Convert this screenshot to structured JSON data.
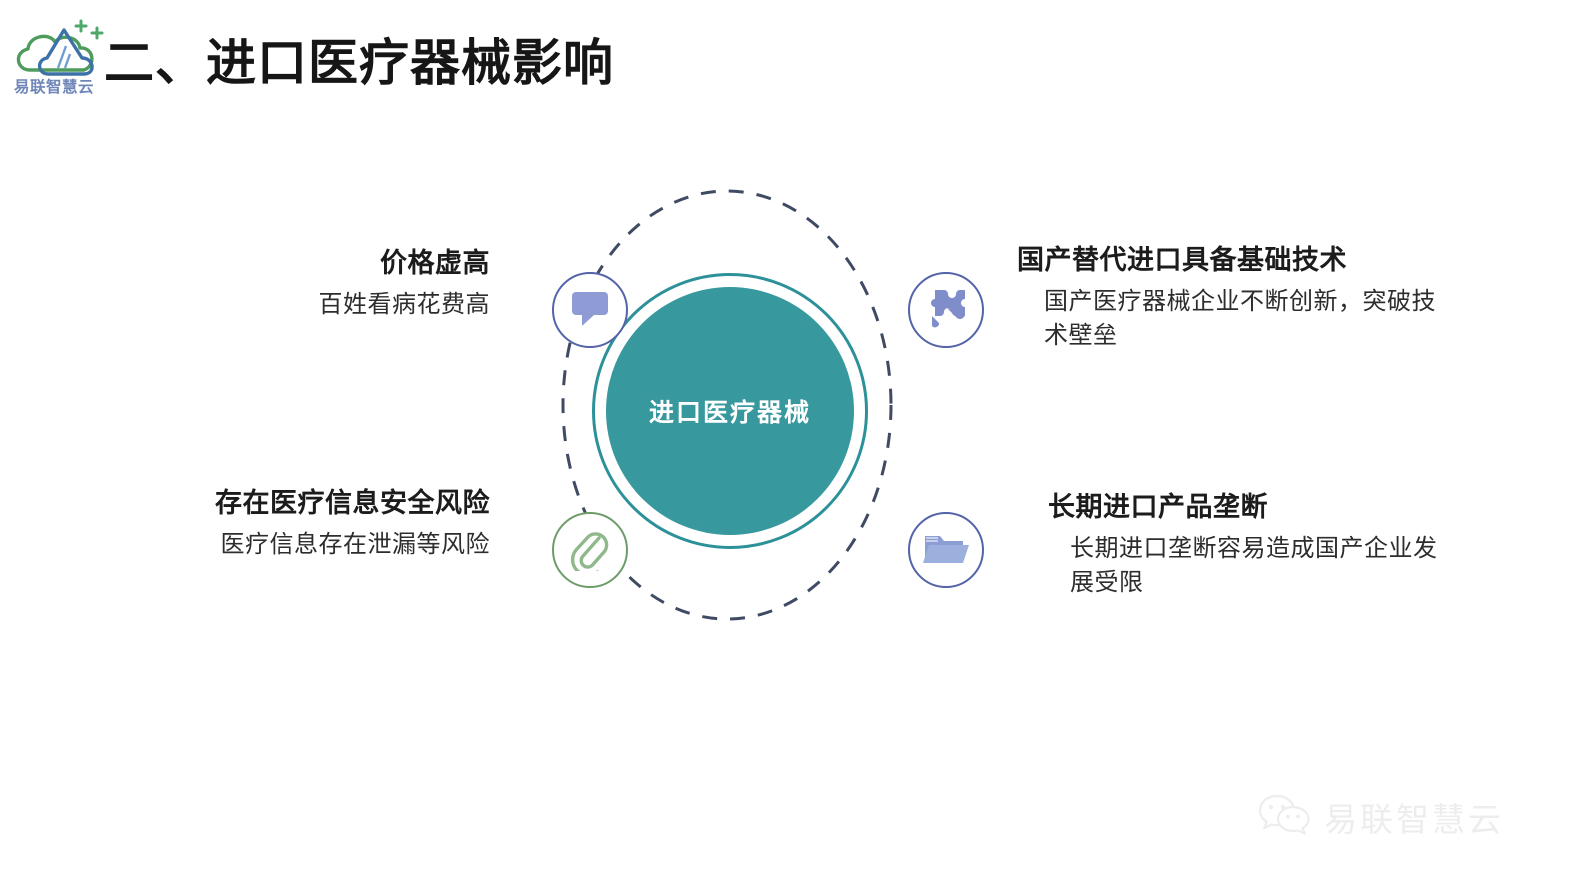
{
  "header": {
    "title": "二、进口医疗器械影响",
    "logo": {
      "name": "yilian-smart-cloud-logo",
      "wordmark": "易联智慧云",
      "cloud_color": "#4e9c5c",
      "mountain_color": "#3c72a8",
      "sparkle_color": "#4ea86a"
    }
  },
  "diagram": {
    "center": {
      "label": "进口医疗器械",
      "fill_color": "#37989e",
      "ring_color": "#2d9199",
      "text_color": "#ffffff"
    },
    "orbit": {
      "style": "dashed",
      "color": "#3f4a63"
    },
    "nodes": [
      {
        "id": "price-inflated",
        "icon": "speech-bubble-icon",
        "icon_color": "#8f9bd4",
        "ring_color": "#5363a8",
        "title": "价格虚高",
        "desc": "百姓看病花费高",
        "position": "top-left"
      },
      {
        "id": "domestic-substitution",
        "icon": "puzzle-piece-icon",
        "icon_color": "#7f8ecb",
        "ring_color": "#5363a8",
        "title": "国产替代进口具备基础技术",
        "desc": "国产医疗器械企业不断创新，突破技术壁垒",
        "position": "top-right"
      },
      {
        "id": "information-security-risk",
        "icon": "paperclip-icon",
        "icon_color": "#8fb88c",
        "ring_color": "#6d9c6a",
        "title": "存在医疗信息安全风险",
        "desc": "医疗信息存在泄漏等风险",
        "position": "bottom-left"
      },
      {
        "id": "import-monopoly",
        "icon": "open-folder-icon",
        "icon_color": "#8c9fd4",
        "ring_color": "#5363a8",
        "title": "长期进口产品垄断",
        "desc": "长期进口垄断容易造成国产企业发展受限",
        "position": "bottom-right"
      }
    ]
  },
  "watermark": {
    "icon": "wechat-icon",
    "text": "易联智慧云",
    "color": "#dcdcdc"
  }
}
